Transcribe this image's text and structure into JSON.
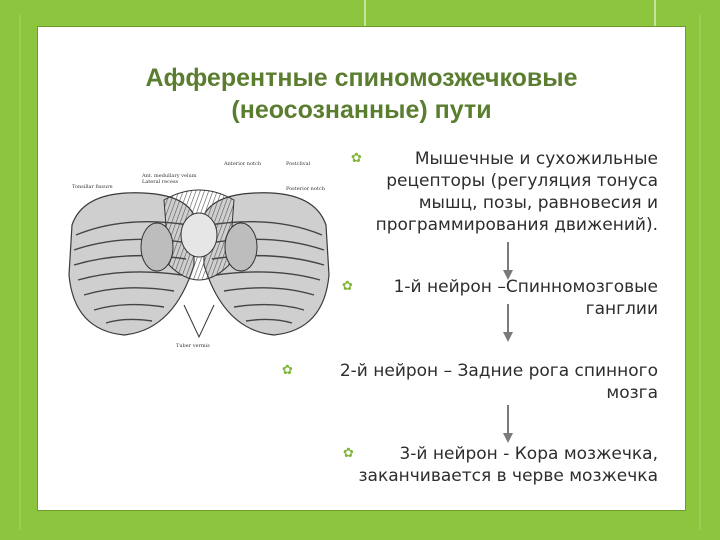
{
  "slide": {
    "title_lines": [
      "Афферентные спиномозжечковые",
      "(неосознанные) пути"
    ],
    "bullets": [
      {
        "lines": [
          "Мышечные и сухожильные",
          "рецепторы (регуляция тонуса",
          "мышц, позы, равновесия и",
          "программирования движений)."
        ]
      },
      {
        "lines": [
          "1-й нейрон –Спинномозговые",
          "ганглии"
        ]
      },
      {
        "lines": [
          "2-й нейрон – Задние рога спинного",
          "мозга"
        ]
      },
      {
        "lines": [
          "3-й нейрон - Кора мозжечка,",
          "заканчивается в черве мозжечка"
        ]
      }
    ],
    "bullet_marker": "✿",
    "illustration": {
      "icon": "cerebellum-illustration",
      "labels": [
        "Ant. medullary velum",
        "Lateral recess",
        "Tonsillar fissure",
        "Anterior notch",
        "Postclival",
        "Posterior notch",
        "Tuber vermis"
      ]
    },
    "colors": {
      "background": "#8cc63e",
      "title": "#5a7d2f",
      "text": "#2d2d2d",
      "marker": "#7fb539",
      "arrow": "#7a7a7a"
    }
  }
}
